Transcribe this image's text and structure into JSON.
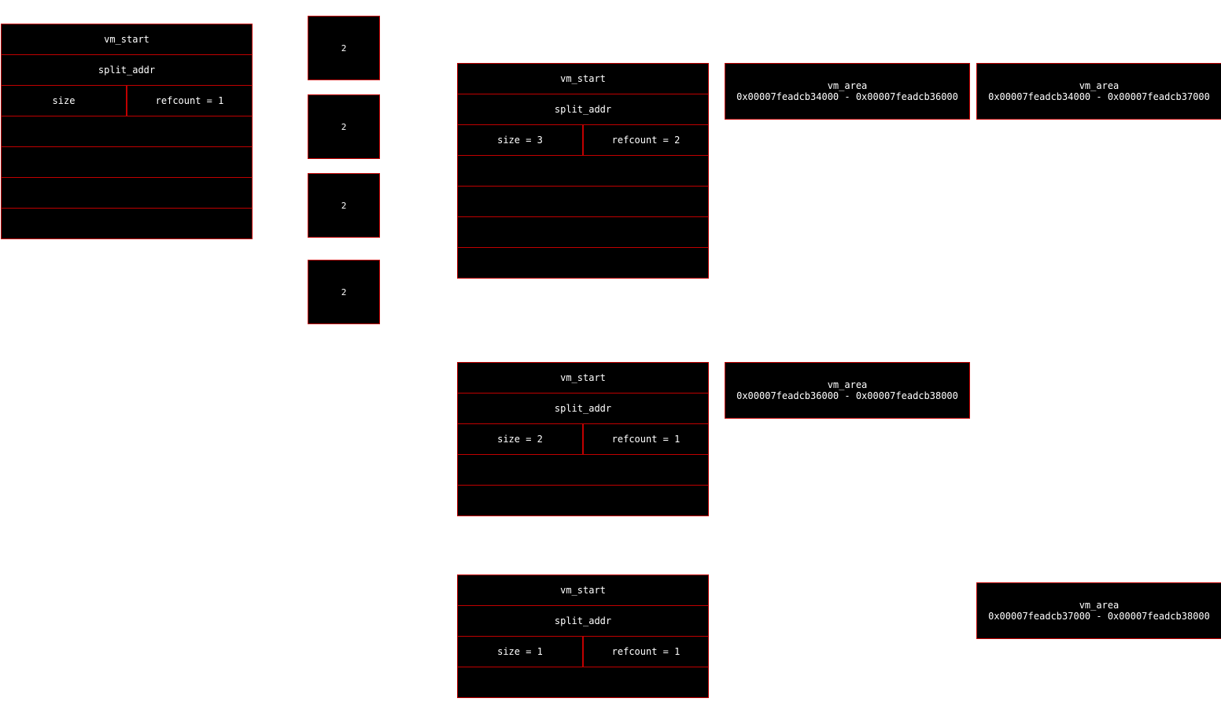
{
  "structs": [
    {
      "vm_start": "vm_start",
      "split_addr": "split_addr",
      "size": "size",
      "refcount": "refcount = 1"
    },
    {
      "vm_start": "vm_start",
      "split_addr": "split_addr",
      "size": "size = 3",
      "refcount": "refcount = 2"
    },
    {
      "vm_start": "vm_start",
      "split_addr": "split_addr",
      "size": "size = 2",
      "refcount": "refcount = 1"
    },
    {
      "vm_start": "vm_start",
      "split_addr": "split_addr",
      "size": "size = 1",
      "refcount": "refcount = 1"
    }
  ],
  "counters": [
    "2",
    "2",
    "2",
    "2"
  ],
  "vm_areas": [
    {
      "label": "vm_area",
      "range": "0x00007feadcb34000 - 0x00007feadcb36000"
    },
    {
      "label": "vm_area",
      "range": "0x00007feadcb34000 - 0x00007feadcb37000"
    },
    {
      "label": "vm_area",
      "range": "0x00007feadcb36000 - 0x00007feadcb38000"
    },
    {
      "label": "vm_area",
      "range": "0x00007feadcb37000 - 0x00007feadcb38000"
    }
  ],
  "colors": {
    "box_fill": "#000000",
    "border": "#c00000",
    "text": "#ffffff",
    "background": "#ffffff"
  }
}
